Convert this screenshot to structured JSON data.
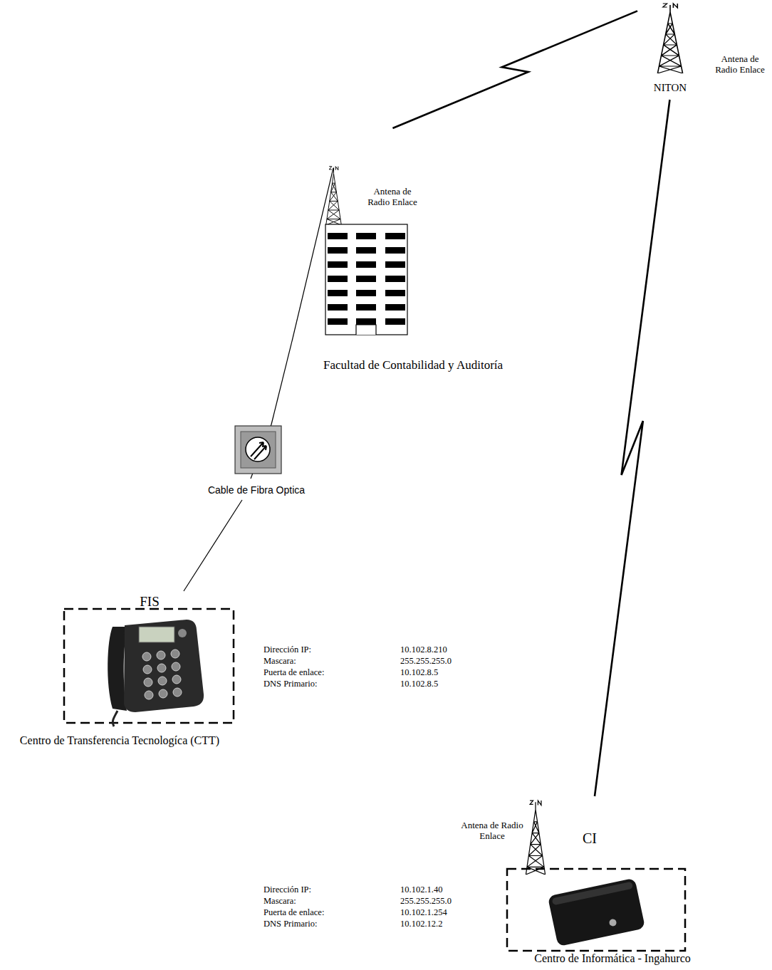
{
  "diagram": {
    "nodes": [
      {
        "text": [
          "Antena de Radio Enlace",
          "NITON"
        ]
      },
      {
        "text": [
          "Antena de Radio Enlace",
          "Facultad de Contabilidad y Auditoría"
        ]
      },
      {
        "text": [
          "Cable de Fibra Optica"
        ]
      },
      {
        "text": [
          "FIS",
          "Centro de Transferencia Tecnologíca (CTT)"
        ]
      },
      {
        "text": [
          "Antena de Radio Enlace",
          "CI",
          "Centro de Informática - Ingahurco"
        ]
      }
    ],
    "edges": [
      {
        "from": 0,
        "to": 1,
        "arrow": "none"
      },
      {
        "from": 1,
        "to": 2,
        "arrow": "none"
      },
      {
        "from": 2,
        "to": 3,
        "arrow": "none"
      },
      {
        "from": 0,
        "to": 4,
        "arrow": "none"
      }
    ],
    "labels": [
      "Dirección IP:",
      "10.102.8.210",
      "Mascara:",
      "255.255.255.0",
      "Puerta de enlace:",
      "10.102.8.5",
      "DNS Primario:",
      "10.102.8.5",
      "Dirección IP:",
      "10.102.1.40",
      "Mascara:",
      "255.255.255.0",
      "Puerta de enlace:",
      "10.102.1.254",
      "DNS Primario:",
      "10.102.12.2"
    ]
  }
}
